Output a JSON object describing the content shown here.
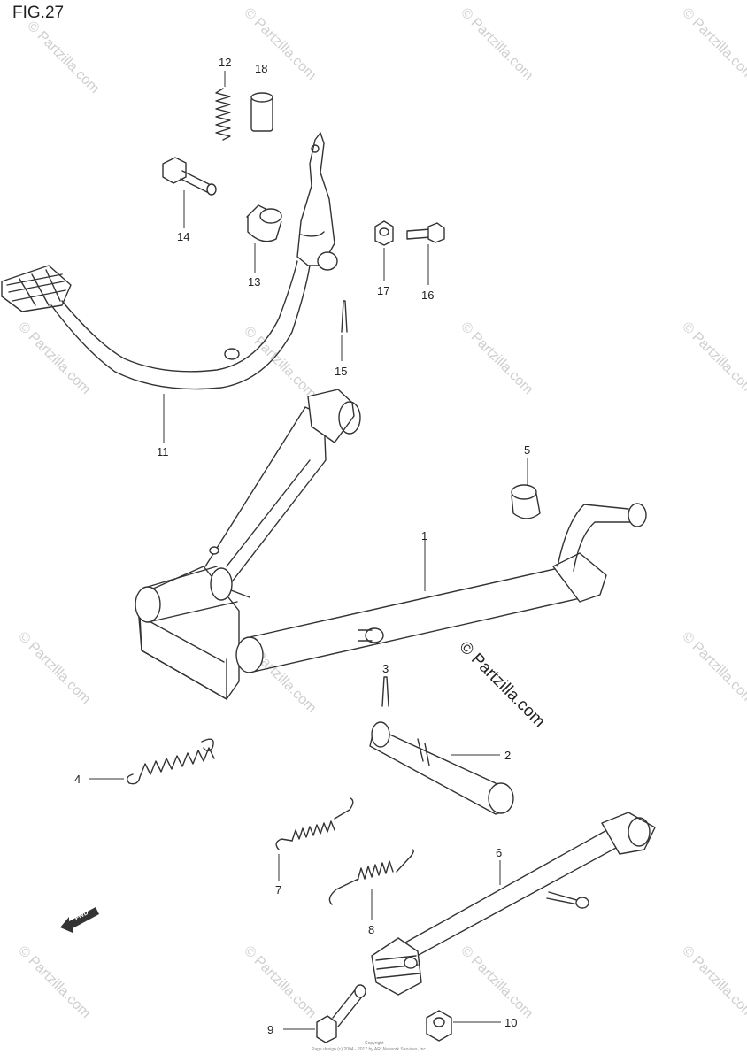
{
  "figure": {
    "title": "FIG.27"
  },
  "callouts": [
    {
      "id": "1",
      "label": "1"
    },
    {
      "id": "2",
      "label": "2"
    },
    {
      "id": "3",
      "label": "3"
    },
    {
      "id": "4",
      "label": "4"
    },
    {
      "id": "5",
      "label": "5"
    },
    {
      "id": "6",
      "label": "6"
    },
    {
      "id": "7",
      "label": "7"
    },
    {
      "id": "8",
      "label": "8"
    },
    {
      "id": "9",
      "label": "9"
    },
    {
      "id": "10",
      "label": "10"
    },
    {
      "id": "11",
      "label": "11"
    },
    {
      "id": "12",
      "label": "12"
    },
    {
      "id": "13",
      "label": "13"
    },
    {
      "id": "14",
      "label": "14"
    },
    {
      "id": "15",
      "label": "15"
    },
    {
      "id": "16",
      "label": "16"
    },
    {
      "id": "17",
      "label": "17"
    },
    {
      "id": "18",
      "label": "18"
    }
  ],
  "watermark": {
    "text": "© Partzilla.com",
    "main_text": "© Partzilla.com",
    "color": "#cfcfcf"
  },
  "front_arrow": {
    "label": "FWD"
  },
  "footer": {
    "line1": "Copyright",
    "line2": "Page design (c) 2004 - 2017 by ARI Network Services, Inc."
  }
}
